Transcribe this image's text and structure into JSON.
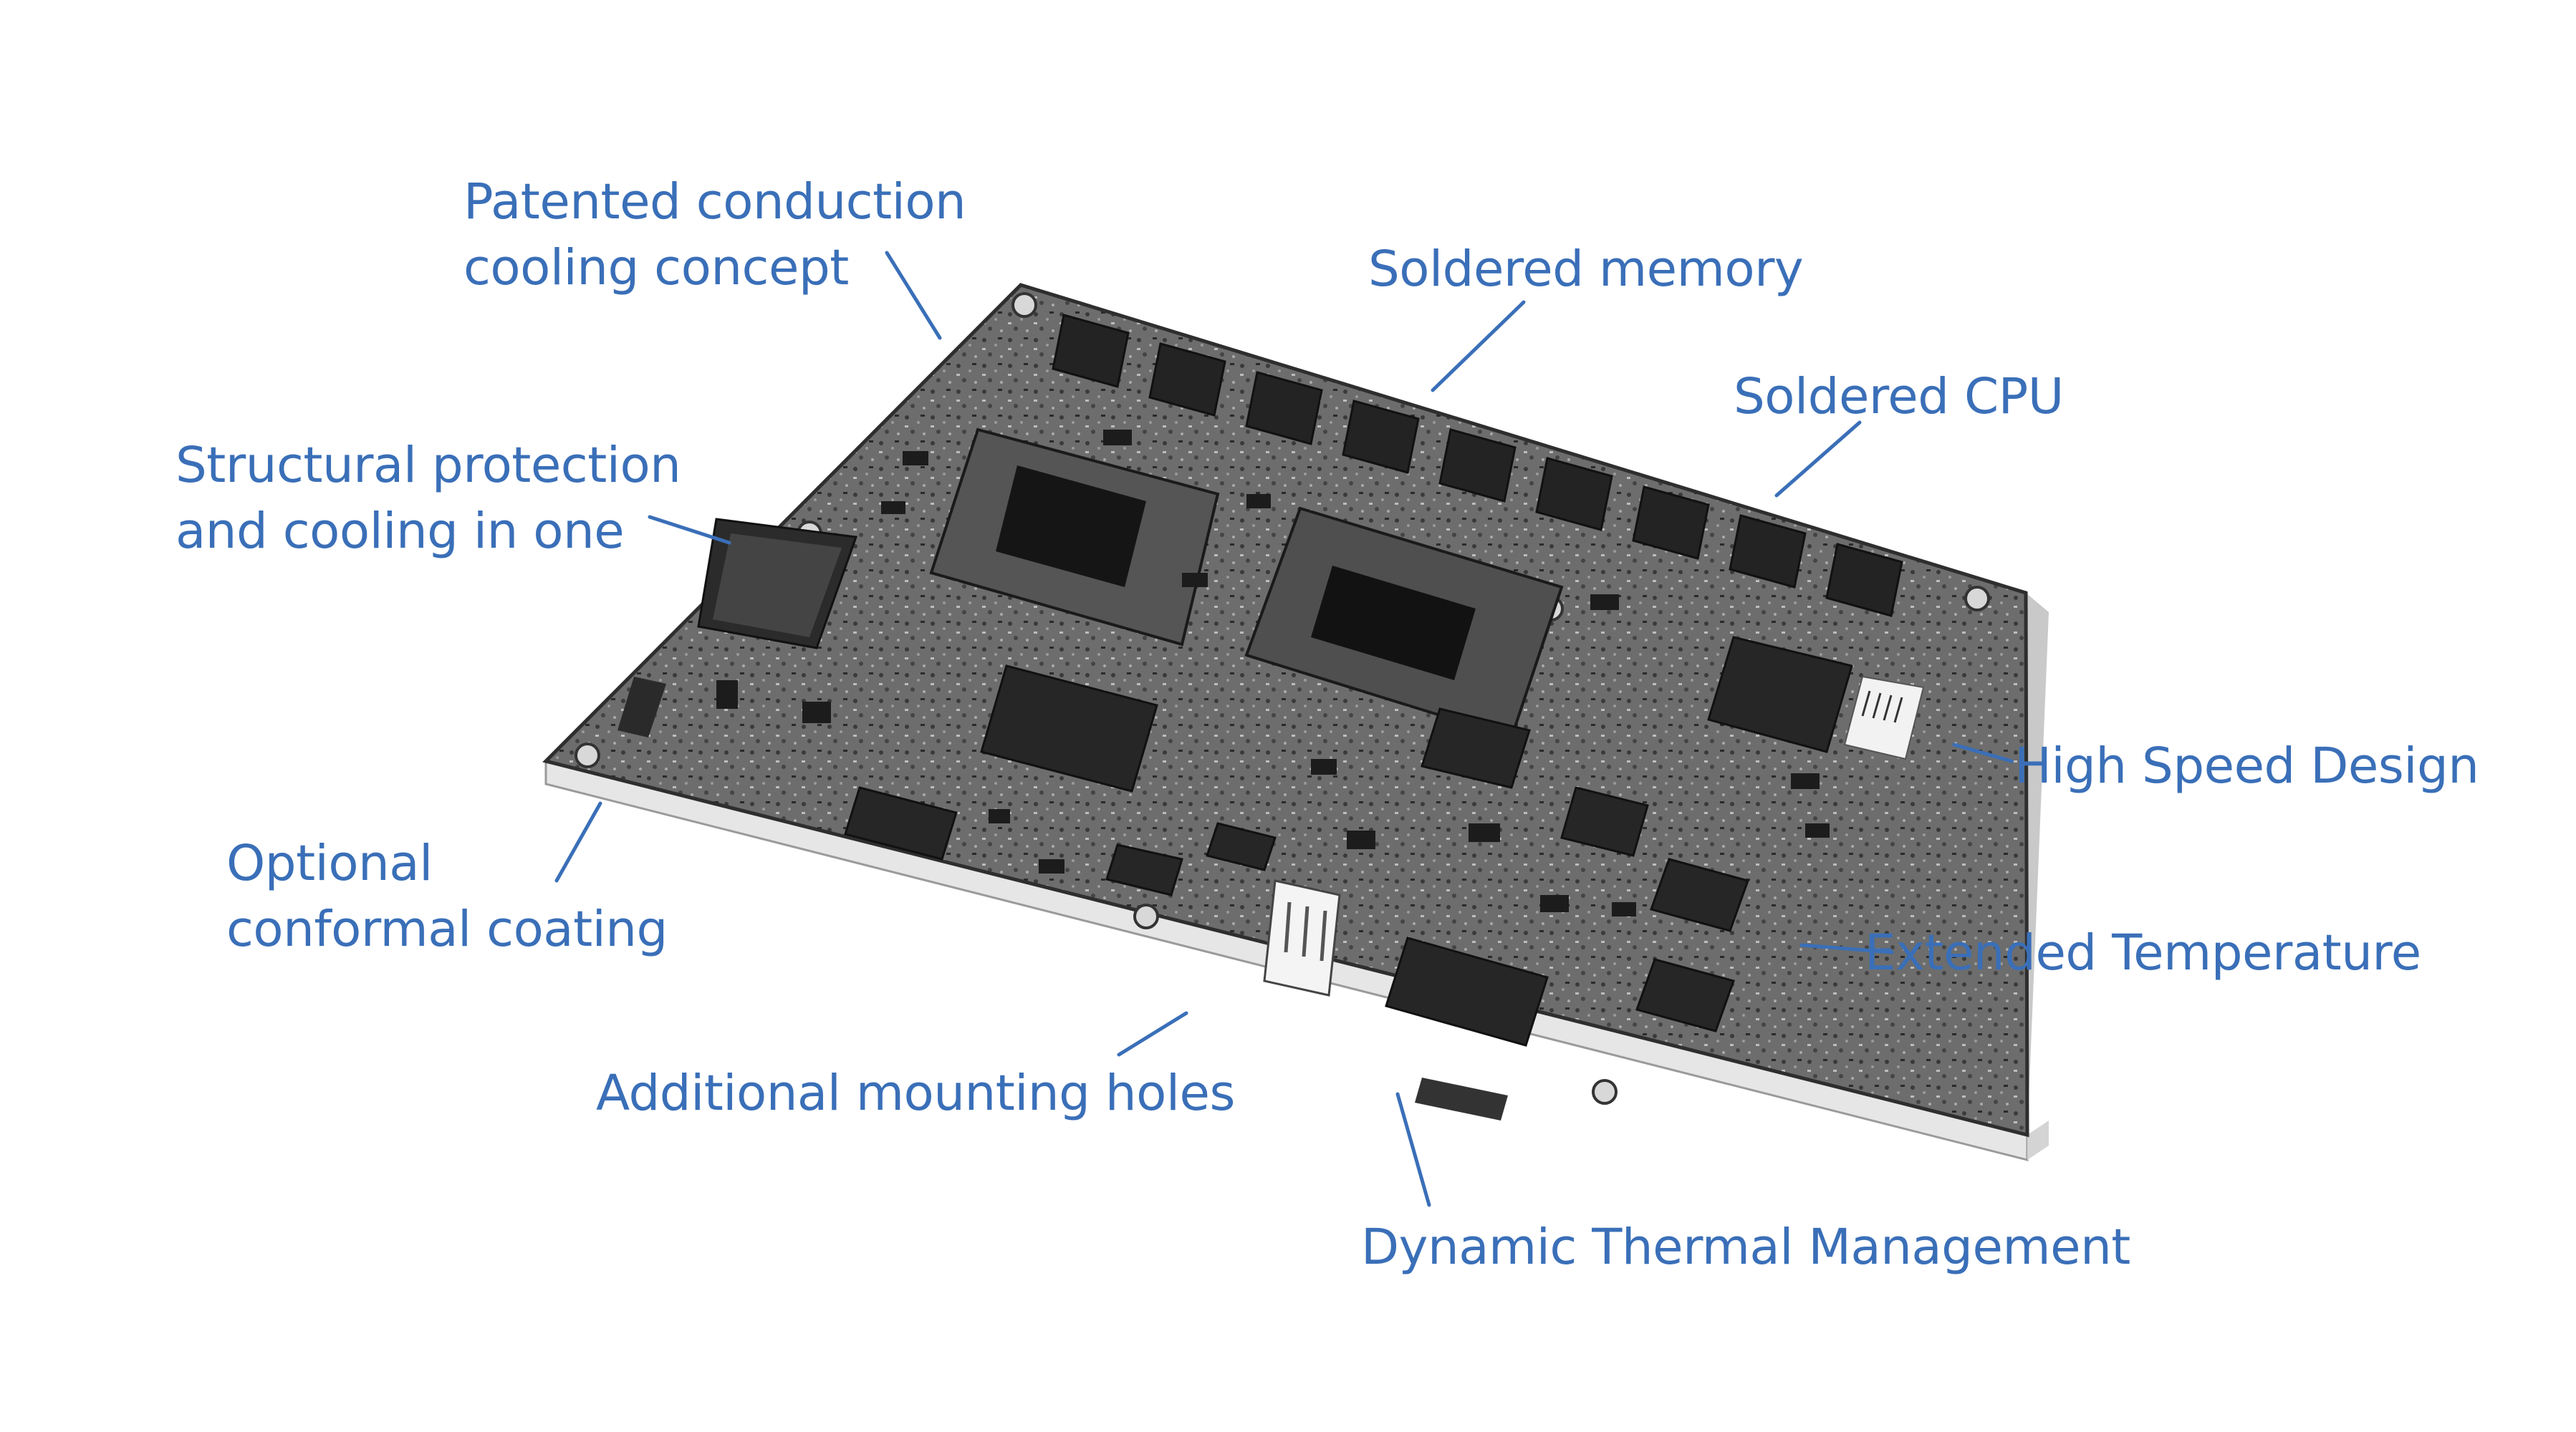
{
  "colors": {
    "label_text": "#3a6fb8",
    "leader_line": "#3a6fb8",
    "board_top": "#6a6a6a",
    "board_edge": "#e9e9e9",
    "chip": "#222222",
    "background": "#ffffff"
  },
  "callouts": {
    "patented": {
      "line1": "Patented conduction",
      "line2": "cooling concept"
    },
    "soldered_memory": {
      "text": "Soldered memory"
    },
    "soldered_cpu": {
      "text": "Soldered CPU"
    },
    "structural": {
      "line1": "Structural protection",
      "line2": "and cooling in one"
    },
    "high_speed": {
      "text": "High Speed Design"
    },
    "optional": {
      "line1": "Optional",
      "line2": "conformal coating"
    },
    "extended_temp": {
      "text": "Extended Temperature"
    },
    "mounting_holes": {
      "text": "Additional mounting holes"
    },
    "dtm": {
      "text": "Dynamic Thermal Management"
    }
  }
}
